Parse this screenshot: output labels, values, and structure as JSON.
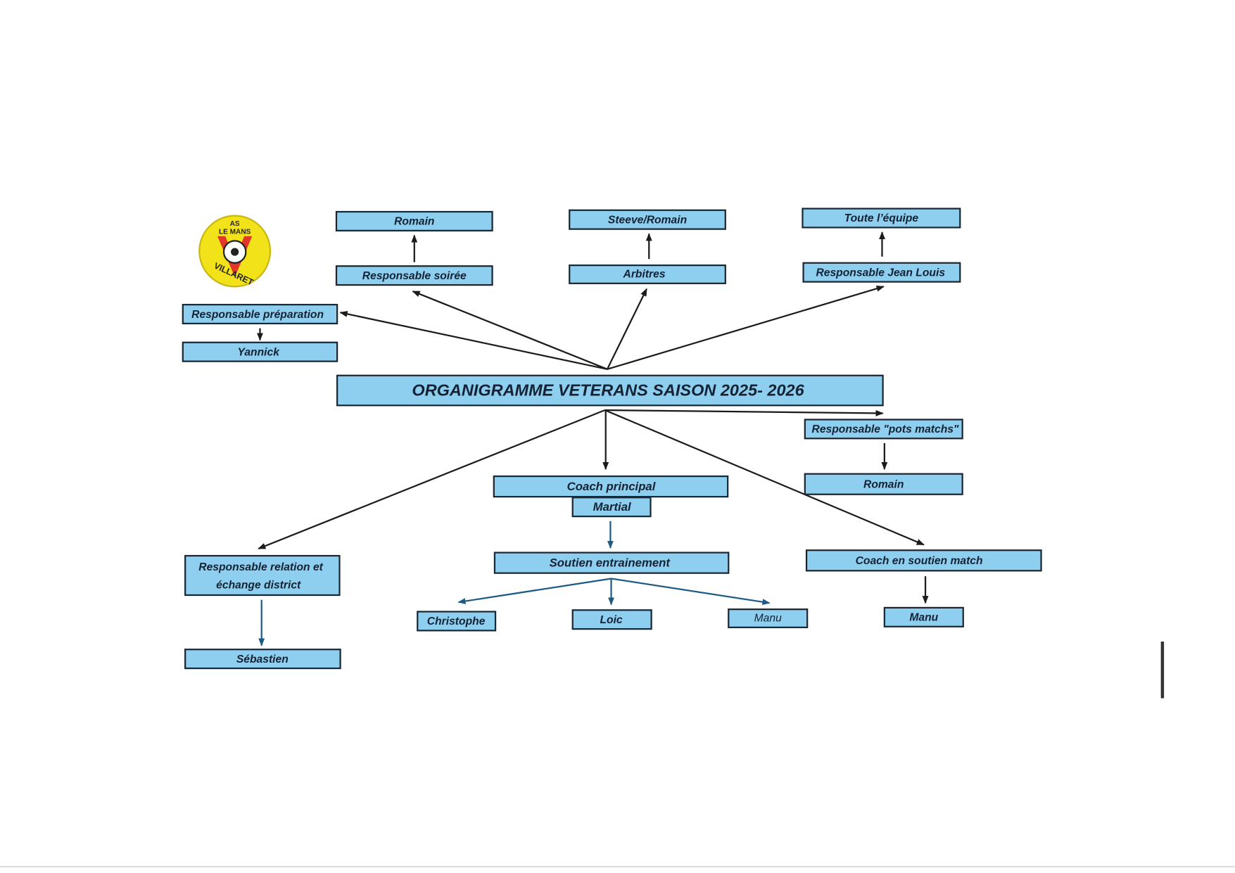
{
  "title": "ORGANIGRAMME VETERANS SAISON 2025- 2026",
  "logo": {
    "top": "AS",
    "middle": "LE MANS",
    "bottom": "VILLARET"
  },
  "nodes": {
    "soiree_person": "Romain",
    "arbitres_person": "Steeve/Romain",
    "jean_louis_person": "Toute l’équipe",
    "soiree": "Responsable soirée",
    "arbitres": "Arbitres",
    "jean_louis": "Responsable Jean Louis",
    "preparation": "Responsable préparation",
    "preparation_person": "Yannick",
    "pots_matchs": "Responsable \"pots matchs\"",
    "pots_matchs_person": "Romain",
    "coach_principal": "Coach principal",
    "coach_principal_person": "Martial",
    "soutien_entrainement": "Soutien entrainement",
    "soutien_1": "Christophe",
    "soutien_2": "Loic",
    "soutien_3": "Manu",
    "coach_soutien_match": "Coach  en soutien match",
    "coach_soutien_match_person": "Manu",
    "relation_line1": "Responsable relation et",
    "relation_line2": "échange district",
    "relation_person": "Sébastien"
  },
  "colors": {
    "box": "#8ecff0",
    "border": "#1b2733",
    "text": "#142233",
    "logo": "#f2e21a",
    "logo_v": "#e2352b"
  }
}
